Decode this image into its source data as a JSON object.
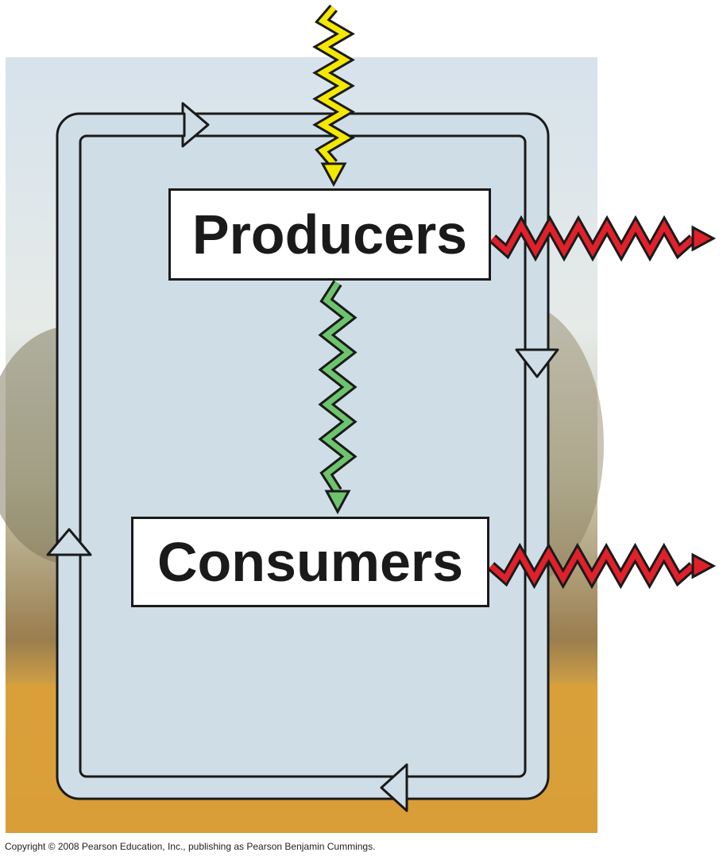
{
  "diagram": {
    "producers_label": "Producers",
    "consumers_label": "Consumers",
    "copyright": "Copyright © 2008 Pearson Education, Inc., publishing as Pearson Benjamin Cummings."
  },
  "colors": {
    "energy_in": "#f5e800",
    "energy_transfer": "#6cc46c",
    "heat_loss": "#e0202a",
    "nutrient_cycle": "#cfdde6"
  }
}
